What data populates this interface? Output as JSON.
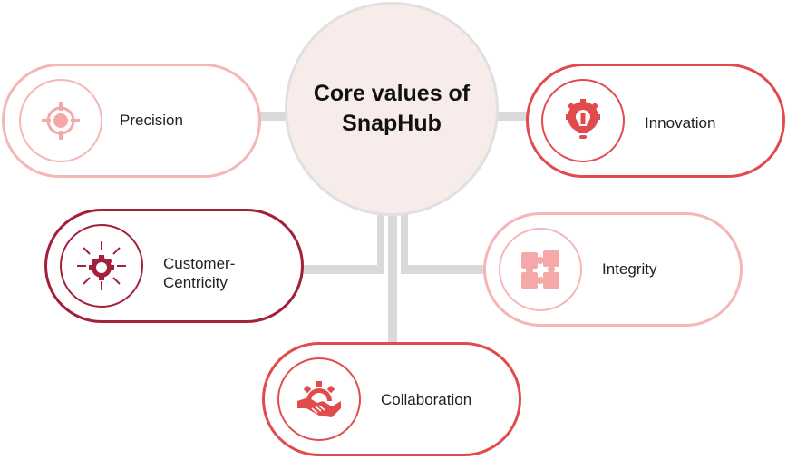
{
  "center": {
    "title_line1": "Core values of",
    "title_line2": "SnapHub"
  },
  "values": [
    {
      "id": "precision",
      "label": "Precision",
      "icon": "target-icon",
      "color": "#f4b6b6"
    },
    {
      "id": "innovation",
      "label": "Innovation",
      "icon": "lightbulb-gear-icon",
      "color": "#e24b4b"
    },
    {
      "id": "customer_centricity",
      "label_line1": "Customer-",
      "label_line2": "Centricity",
      "icon": "people-gear-icon",
      "color": "#a3203a"
    },
    {
      "id": "integrity",
      "label": "Integrity",
      "icon": "puzzle-icon",
      "color": "#f4b6b6"
    },
    {
      "id": "collaboration",
      "label": "Collaboration",
      "icon": "handshake-gear-icon",
      "color": "#e24b4b"
    }
  ]
}
